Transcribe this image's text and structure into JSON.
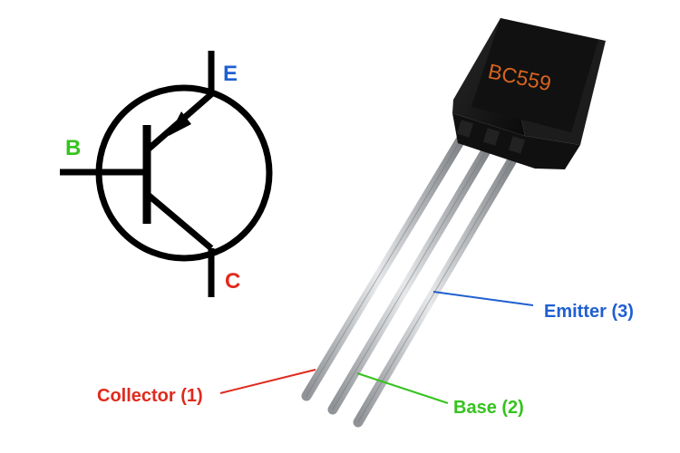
{
  "symbol": {
    "emitter_letter": "E",
    "base_letter": "B",
    "collector_letter": "C"
  },
  "transistor": {
    "marking": "BC559"
  },
  "callouts": {
    "emitter": "Emitter (3)",
    "base": "Base (2)",
    "collector": "Collector (1)"
  },
  "colors": {
    "emitter": "#1f5fd0",
    "base": "#35c31e",
    "collector": "#e02a1e",
    "marking": "#d9641e",
    "symbol_stroke": "#000000"
  }
}
